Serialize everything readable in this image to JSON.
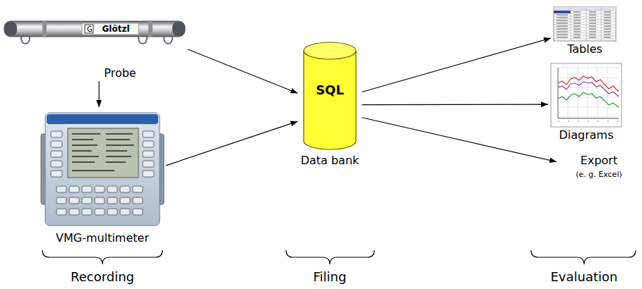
{
  "diagram": {
    "nodes": [
      {
        "text": [
          "Probe"
        ]
      },
      {
        "text": [
          "VMG-multimeter"
        ]
      },
      {
        "text": [
          "SQL",
          "Data bank"
        ]
      },
      {
        "text": [
          "Tables"
        ]
      },
      {
        "text": [
          "Diagrams"
        ]
      },
      {
        "text": [
          "Export",
          "(e. g. Excel)"
        ]
      }
    ],
    "edges": [
      {
        "from": 0,
        "to": 1,
        "arrow": "to"
      },
      {
        "from": 0,
        "to": 2,
        "arrow": "to"
      },
      {
        "from": 1,
        "to": 2,
        "arrow": "to"
      },
      {
        "from": 2,
        "to": 3,
        "arrow": "to"
      },
      {
        "from": 2,
        "to": 4,
        "arrow": "to"
      },
      {
        "from": 2,
        "to": 5,
        "arrow": "to"
      }
    ],
    "labels": [
      "Glötzl",
      "Recording",
      "Filing",
      "Evaluation"
    ]
  }
}
